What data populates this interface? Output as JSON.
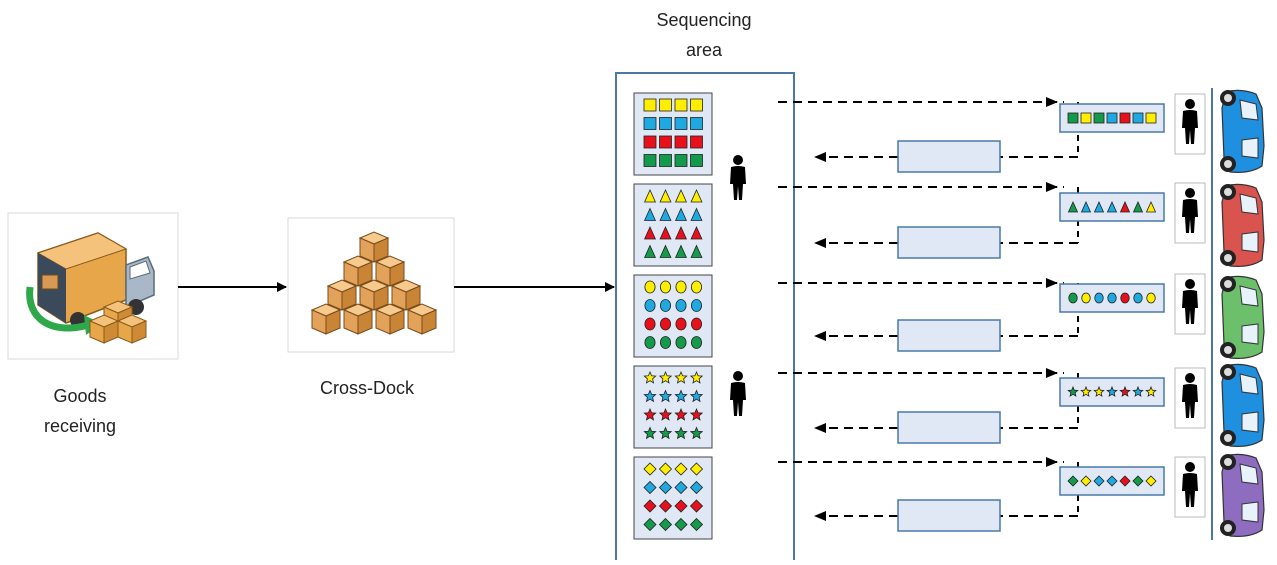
{
  "labels": {
    "goods_receiving_line1": "Goods",
    "goods_receiving_line2": "receiving",
    "cross_dock": "Cross-Dock",
    "sequencing_line1": "Sequencing",
    "sequencing_line2": "area"
  },
  "icons": {
    "truck": "truck-unloading-icon",
    "boxes": "stacked-boxes-icon",
    "worker": "person-icon",
    "car": "car-icon"
  },
  "colors": {
    "yellow": "#ffee00",
    "blue": "#1fa9e1",
    "red": "#e8101a",
    "green": "#139a4a",
    "panel_fill": "#dfe8f4",
    "panel_border": "#4a78aa",
    "car_blue": "#1f8fe0",
    "car_red": "#d9534f",
    "car_green": "#6cc06c",
    "car_purple": "#8e6cc0"
  },
  "bins": [
    {
      "shape": "square"
    },
    {
      "shape": "triangle"
    },
    {
      "shape": "circle"
    },
    {
      "shape": "star"
    },
    {
      "shape": "diamond"
    }
  ],
  "kits": [
    {
      "shape": "square",
      "sequence": [
        "green",
        "yellow",
        "green",
        "blue",
        "red",
        "blue",
        "yellow"
      ]
    },
    {
      "shape": "triangle",
      "sequence": [
        "green",
        "blue",
        "blue",
        "blue",
        "red",
        "green",
        "yellow"
      ]
    },
    {
      "shape": "circle",
      "sequence": [
        "green",
        "yellow",
        "blue",
        "blue",
        "red",
        "blue",
        "yellow"
      ]
    },
    {
      "shape": "star",
      "sequence": [
        "green",
        "yellow",
        "yellow",
        "blue",
        "red",
        "blue",
        "yellow"
      ]
    },
    {
      "shape": "diamond",
      "sequence": [
        "green",
        "yellow",
        "blue",
        "blue",
        "red",
        "green",
        "yellow"
      ]
    }
  ],
  "cars": [
    "car_blue",
    "car_red",
    "car_green",
    "car_blue",
    "car_purple"
  ]
}
